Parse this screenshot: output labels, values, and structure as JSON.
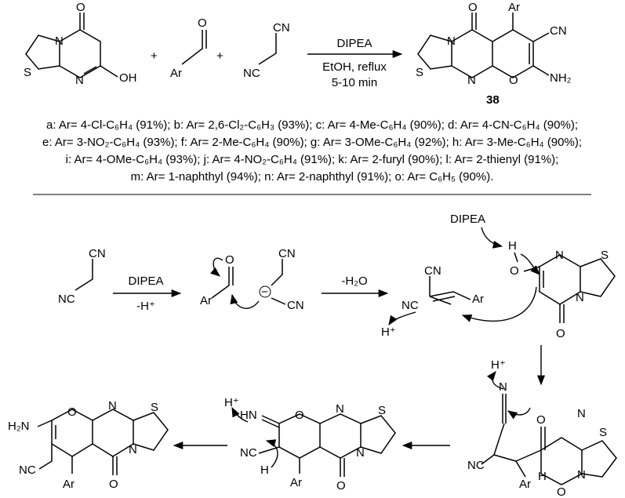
{
  "reaction": {
    "conditions": {
      "reagent": "DIPEA",
      "solvent": "EtOH, reflux",
      "time": "5-10 min"
    },
    "product_label": "38",
    "plus": "+"
  },
  "variants": [
    "a: Ar= 4-Cl-C₆H₄ (91%); b: Ar= 2,6-Cl₂-C₆H₃ (93%); c: Ar= 4-Me-C₆H₄ (90%); d: Ar= 4-CN-C₆H₄ (90%);",
    "e: Ar= 3-NO₂-C₆H₄ (93%); f: Ar= 2-Me-C₆H₄ (90%); g: Ar= 3-OMe-C₆H₄ (92%); h: Ar= 3-Me-C₆H₄ (90%);",
    "i: Ar= 4-OMe-C₆H₄ (93%); j: Ar= 4-NO₂-C₆H₄ (91%); k: Ar= 2-furyl (90%); l: Ar= 2-thienyl (91%);",
    "m: Ar= 1-naphthyl (94%); n: Ar= 2-naphthyl (91%); o: Ar= C₆H₅ (90%)."
  ],
  "mechanism": {
    "step1_top": "DIPEA",
    "step1_bottom": "-H⁺",
    "step2_top": "-H₂O",
    "base_label": "DIPEA",
    "proton1": "H⁺",
    "proton2": "H⁺",
    "proton3": "H⁺"
  },
  "atoms": {
    "O": "O",
    "N": "N",
    "S": "S",
    "OH": "OH",
    "Ar": "Ar",
    "CN": "CN",
    "NC": "NC",
    "NH2": "NH₂",
    "H2N": "H₂N",
    "H": "H",
    "HN": "HN",
    "minus": "−"
  }
}
